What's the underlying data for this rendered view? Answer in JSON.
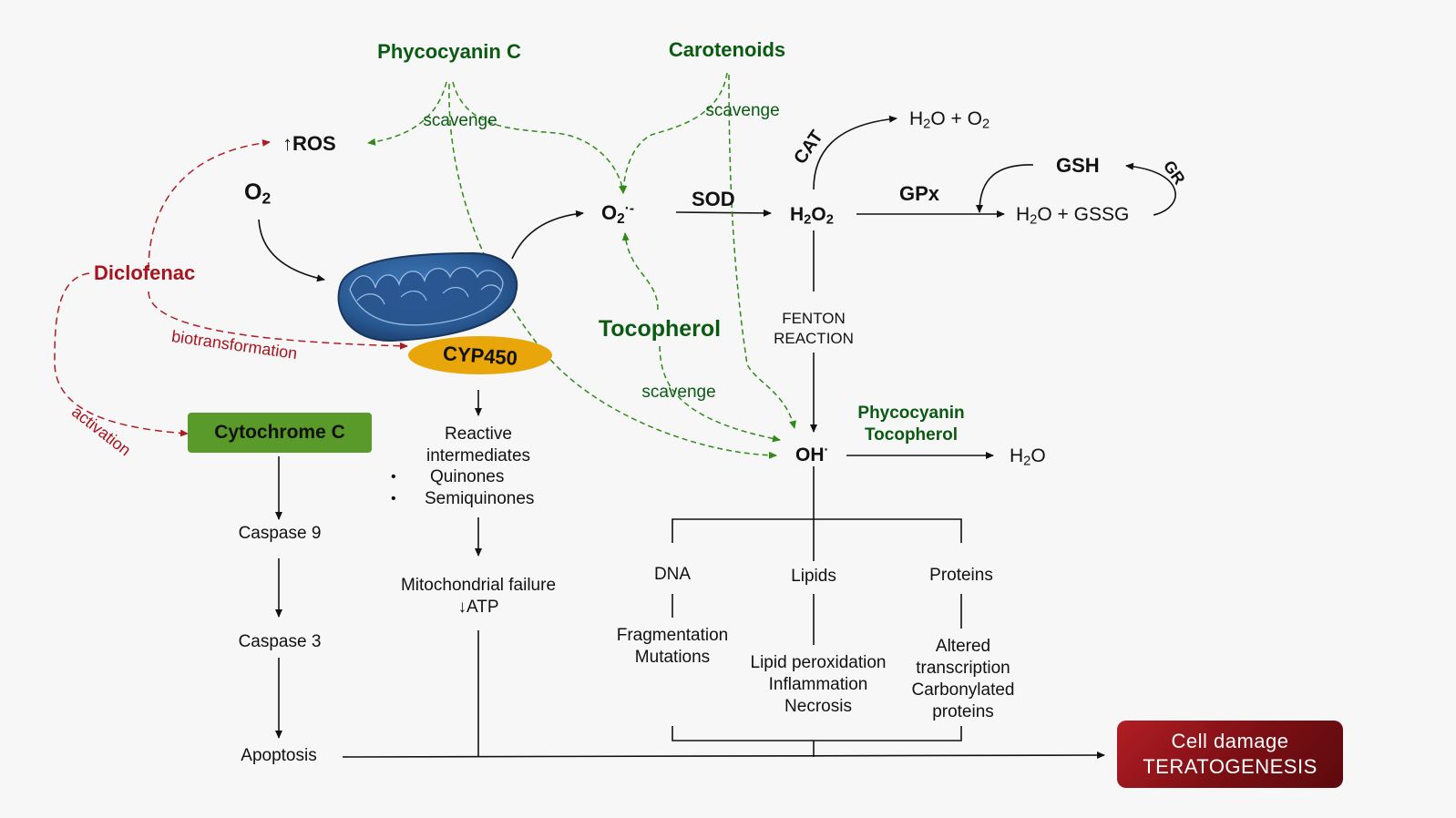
{
  "nodes": {
    "phycocyanin_c": "Phycocyanin C",
    "carotenoids": "Carotenoids",
    "ros_arrow": "↑",
    "ros": "ROS",
    "o2_base": "O",
    "o2_sub": "2",
    "superoxide_base": "O",
    "superoxide_sub": "2",
    "superoxide_sup": "·-",
    "sod": "SOD",
    "h2o2_a": "H",
    "h2o2_sub1": "2",
    "h2o2_b": "O",
    "h2o2_sub2": "2",
    "cat": "CAT",
    "h2o_o2_a": "H",
    "h2o_o2_sub1": "2",
    "h2o_o2_b": "O + O",
    "h2o_o2_sub2": "2",
    "gsh": "GSH",
    "gr": "GR",
    "gpx": "GPx",
    "h2o_gssg_a": "H",
    "h2o_gssg_sub": "2",
    "h2o_gssg_b": "O + GSSG",
    "diclofenac": "Diclofenac",
    "biotransformation": "biotransformation",
    "activation": "activation",
    "cyp450": "CYP450",
    "tocopherol": "Tocopherol",
    "fenton_1": "FENTON",
    "fenton_2": "REACTION",
    "scavenge_1": "scavenge",
    "scavenge_2": "scavenge",
    "scavenge_3": "scavenge",
    "phyco_toco_1": "Phycocyanin",
    "phyco_toco_2": "Tocopherol",
    "oh_base": "OH",
    "oh_sup": "·",
    "h2o_final_a": "H",
    "h2o_final_sub": "2",
    "h2o_final_b": "O",
    "cytochrome_c": "Cytochrome C",
    "reactive_1": "Reactive",
    "reactive_2": "intermediates",
    "quinones": "Quinones",
    "semiquinones": "Semiquinones",
    "bullet": "•",
    "caspase9": "Caspase 9",
    "caspase3": "Caspase 3",
    "apoptosis": "Apoptosis",
    "mito_failure": "Mitochondrial failure",
    "atp_arrow": "↓",
    "atp": "ATP",
    "dna": "DNA",
    "lipids": "Lipids",
    "proteins": "Proteins",
    "dna_effect_1": "Fragmentation",
    "dna_effect_2": "Mutations",
    "lipid_effect_1": "Lipid peroxidation",
    "lipid_effect_2": "Inflammation",
    "lipid_effect_3": "Necrosis",
    "protein_effect_1": "Altered",
    "protein_effect_2": "transcription",
    "protein_effect_3": "Carbonylated",
    "protein_effect_4": "proteins",
    "cell_damage": "Cell damage",
    "teratogenesis": "TERATOGENESIS"
  },
  "colors": {
    "green_text": "#0b5a12",
    "red_text": "#a8141e",
    "green_dash": "#3a8a1a",
    "red_dash": "#b01c24",
    "cyp450": "#e8a60a",
    "mitochondrion": "#2d5f9a",
    "cytochrome_box": "#5a9a2a",
    "damage_box": "#8a1218"
  },
  "icons": {
    "mitochondrion": "mitochondrion-icon"
  }
}
